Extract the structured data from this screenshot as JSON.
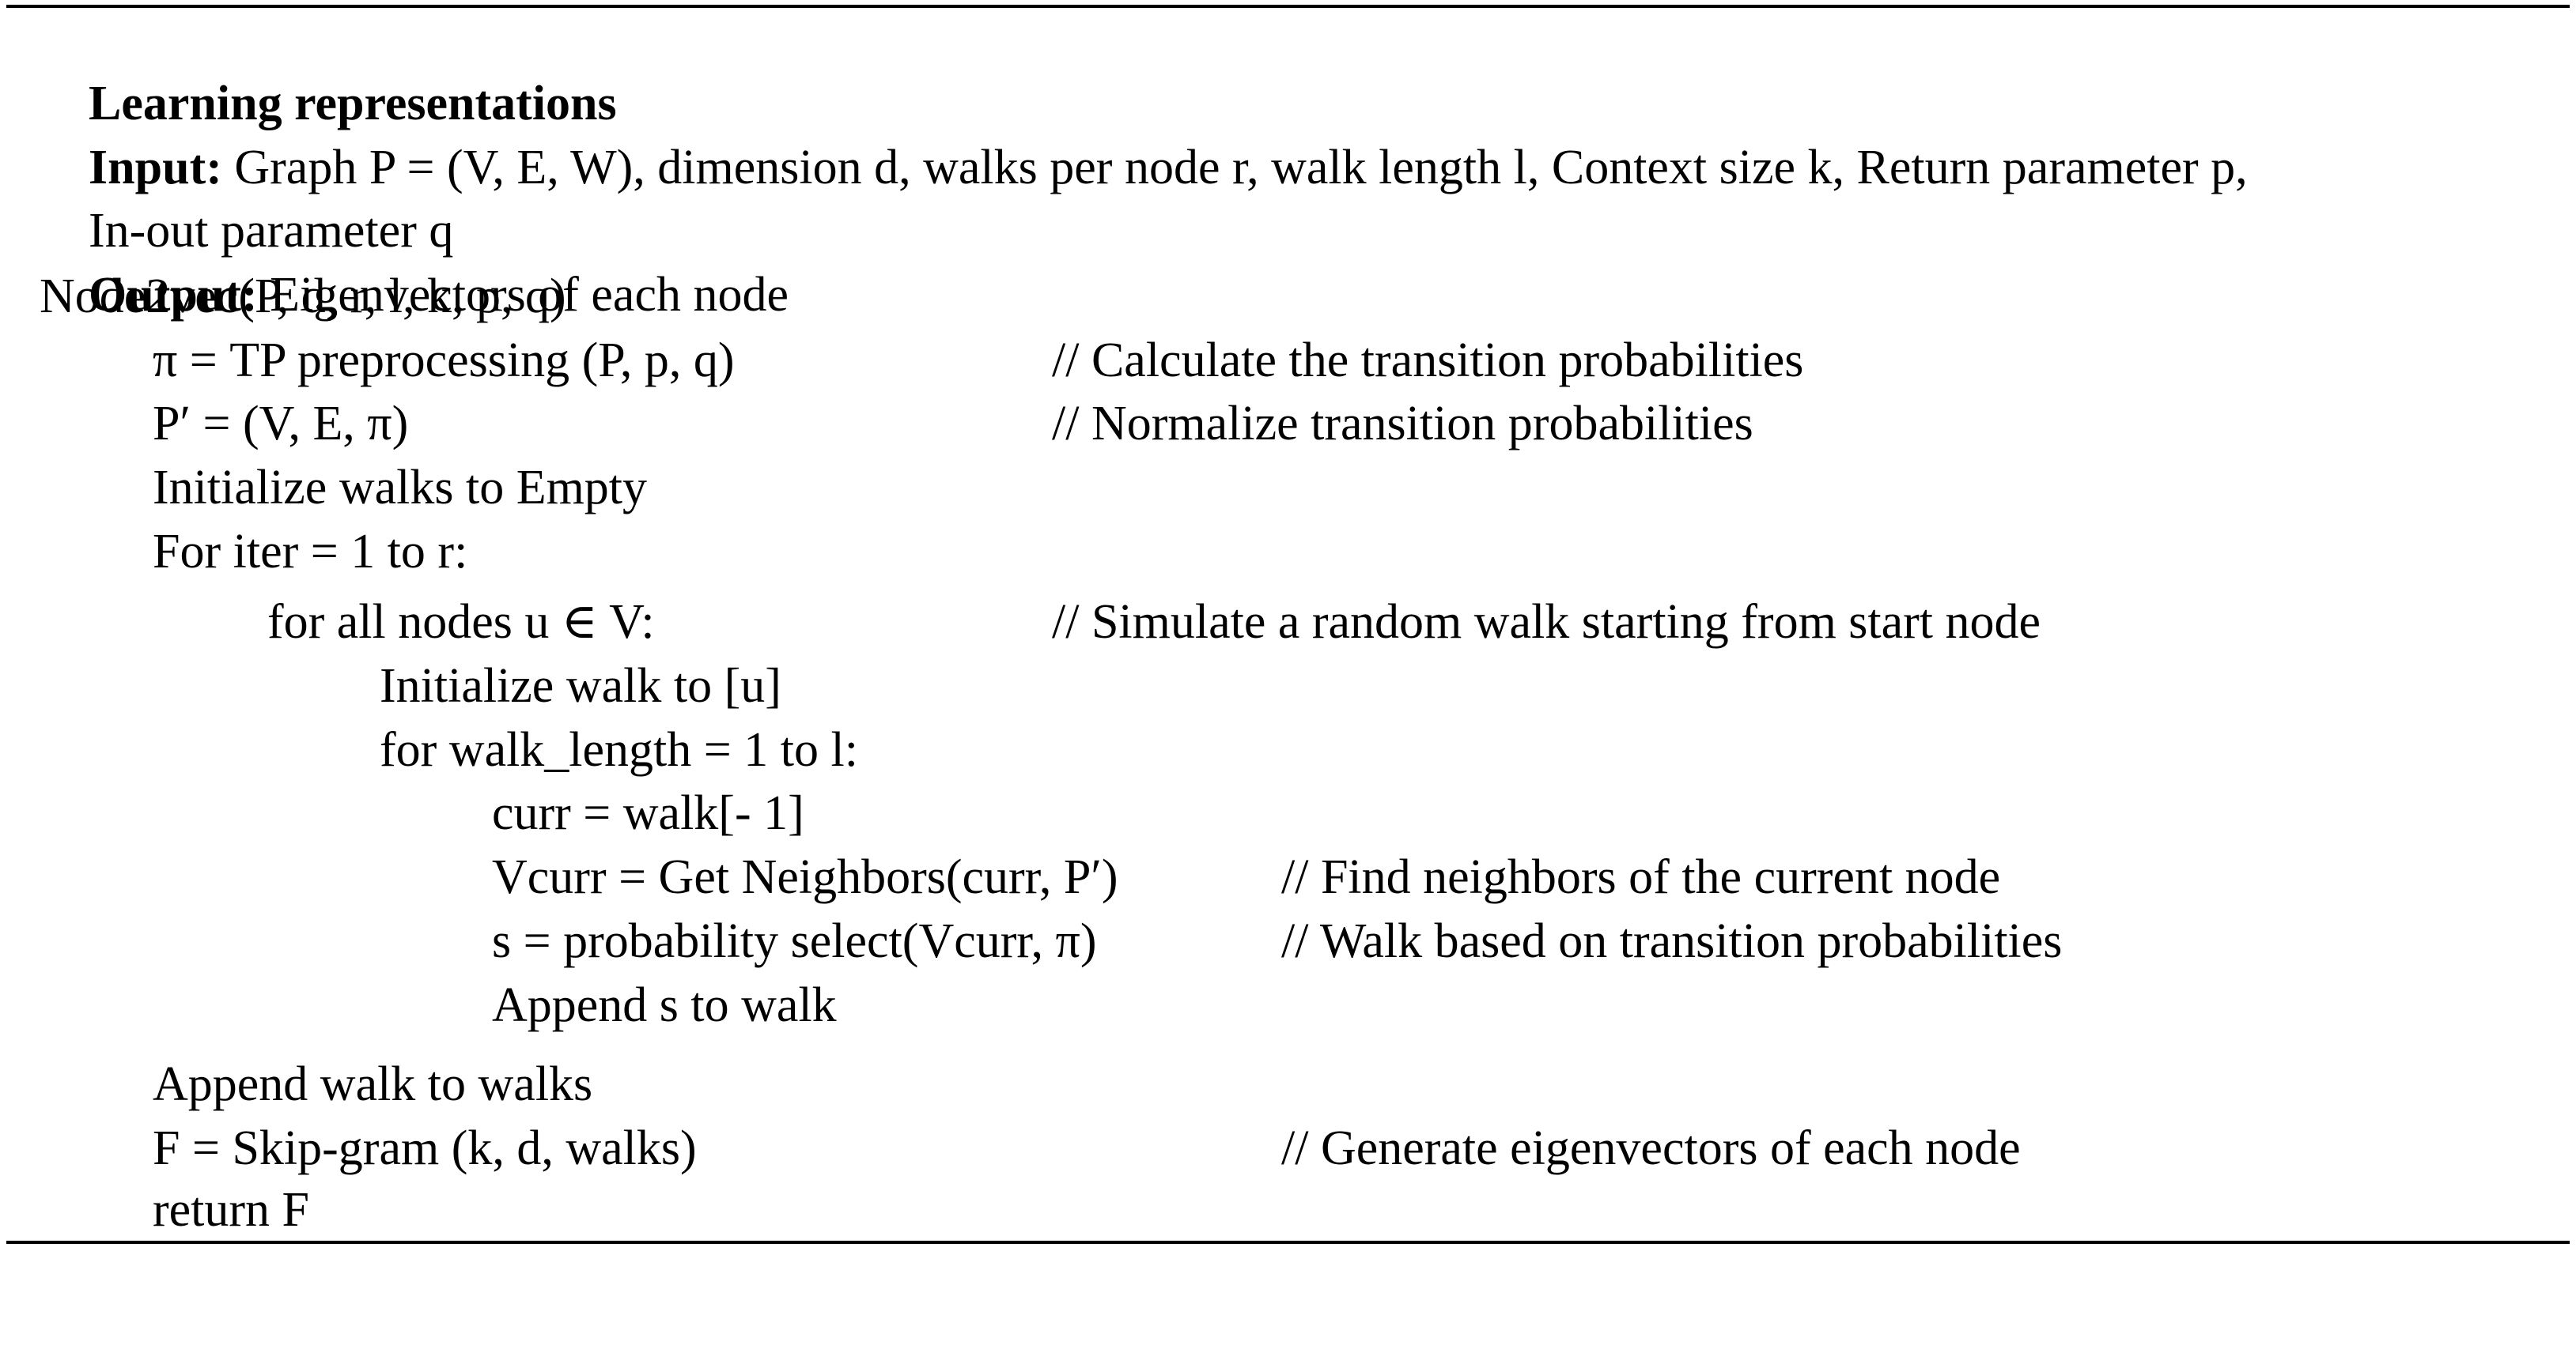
{
  "header": {
    "title": "Learning representations"
  },
  "input": {
    "label": "Input:",
    "text_line1": "Graph P = (V, E, W), dimension d, walks per node r, walk length l, Context size k, Return parameter p,",
    "text_line2": "In-out parameter q"
  },
  "output": {
    "label": "Output:",
    "text": "Eigenvectors of each node"
  },
  "lines": [
    {
      "code": "Node2vec(P, d, r, l, k, p, q)",
      "comment": ""
    },
    {
      "code": "π = TP preprocessing (P, p, q)",
      "comment": "// Calculate the transition probabilities"
    },
    {
      "code": "P′ = (V, E, π)",
      "comment": "// Normalize transition probabilities"
    },
    {
      "code": "Initialize walks to Empty",
      "comment": ""
    },
    {
      "code": "For iter = 1 to r:",
      "comment": ""
    },
    {
      "code": "for all nodes u ∈ V:",
      "comment": "// Simulate a random walk starting from start node"
    },
    {
      "code": "Initialize walk to [u]",
      "comment": ""
    },
    {
      "code": "for walk_length = 1 to l:",
      "comment": ""
    },
    {
      "code": "curr = walk[- 1]",
      "comment": ""
    },
    {
      "code": "Vcurr = Get Neighbors(curr, P′)",
      "comment": "// Find neighbors of the current node"
    },
    {
      "code": "s = probability select(Vcurr, π)",
      "comment": "// Walk based on transition probabilities"
    },
    {
      "code": "Append s to walk",
      "comment": ""
    },
    {
      "code": "Append walk to walks",
      "comment": ""
    },
    {
      "code": "F = Skip-gram (k, d, walks)",
      "comment": "// Generate eigenvectors of each node"
    },
    {
      "code": "return F",
      "comment": ""
    }
  ]
}
